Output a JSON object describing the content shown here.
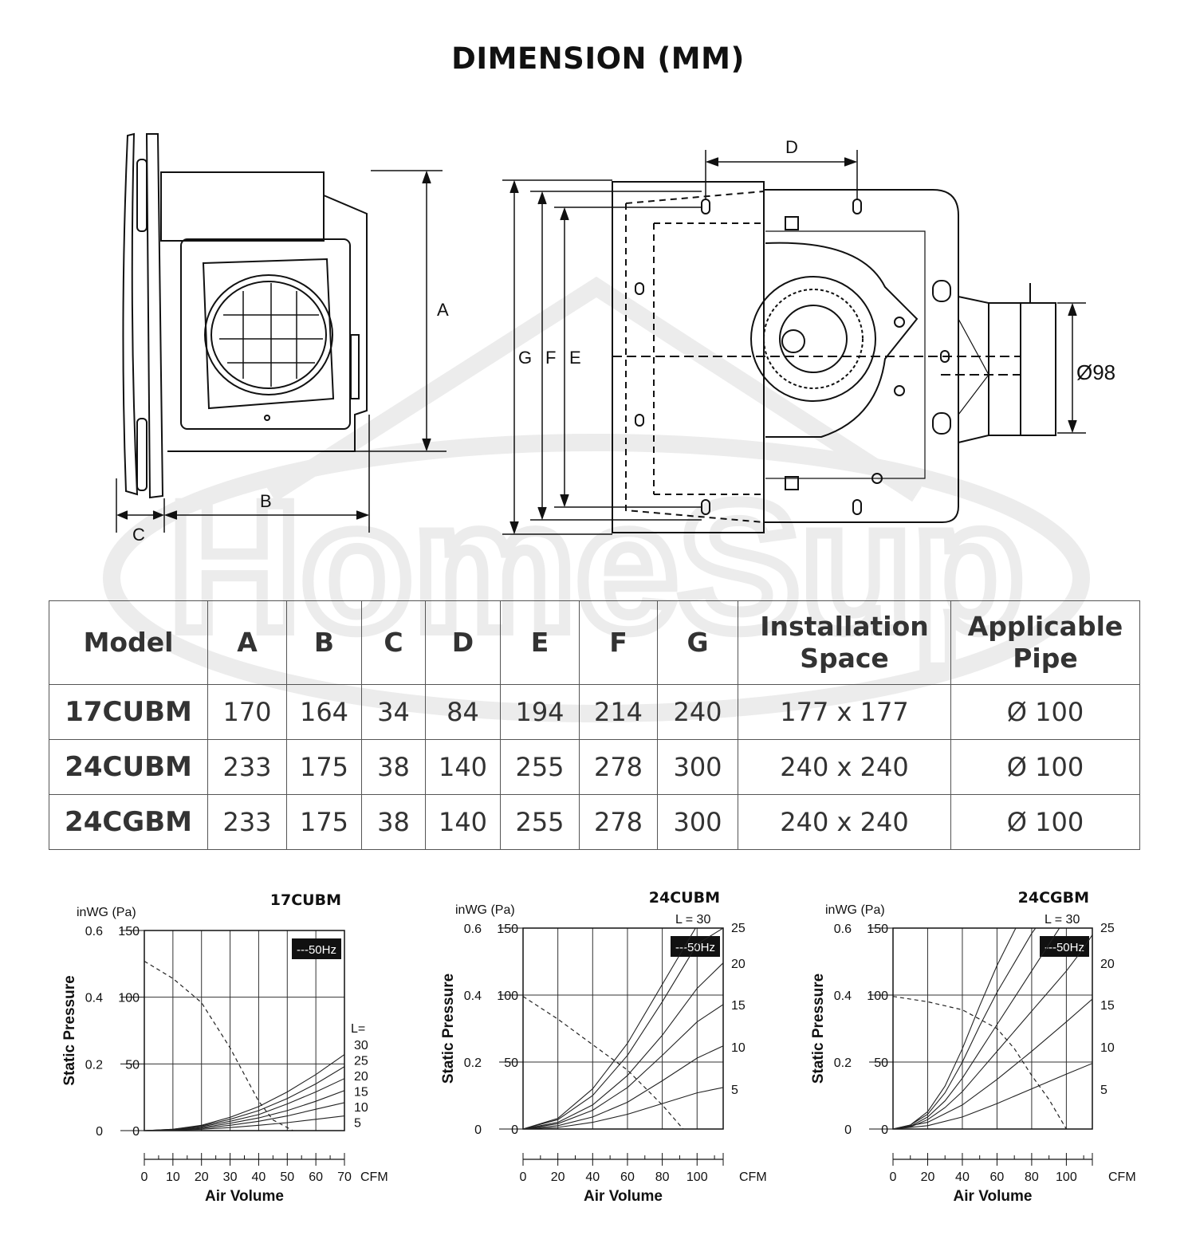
{
  "title": "DIMENSION (MM)",
  "watermark": "HomeSup",
  "diagram": {
    "side_labels": {
      "a": "A",
      "b": "B",
      "c": "C"
    },
    "front_labels": {
      "d": "D",
      "g": "G",
      "f": "F",
      "e": "E",
      "pipe": "Ø98"
    }
  },
  "table": {
    "headers": [
      "Model",
      "A",
      "B",
      "C",
      "D",
      "E",
      "F",
      "G",
      "Installation Space",
      "Applicable Pipe"
    ],
    "rows": [
      [
        "17CUBM",
        "170",
        "164",
        "34",
        "84",
        "194",
        "214",
        "240",
        "177 x 177",
        "Ø 100"
      ],
      [
        "24CUBM",
        "233",
        "175",
        "38",
        "140",
        "255",
        "278",
        "300",
        "240 x 240",
        "Ø 100"
      ],
      [
        "24CGBM",
        "233",
        "175",
        "38",
        "140",
        "255",
        "278",
        "300",
        "240 x 240",
        "Ø 100"
      ]
    ]
  },
  "chart_data": [
    {
      "type": "line",
      "title": "17CUBM",
      "xlabel": "Air Volume",
      "x_unit": "CFM",
      "ylabel": "Static Pressure",
      "y_unit_label": "inWG (Pa)",
      "badge": "---50Hz",
      "xlim": [
        0,
        70
      ],
      "ylim_pa": [
        0,
        150
      ],
      "x_ticks": [
        0,
        10,
        20,
        30,
        40,
        50,
        60,
        70
      ],
      "y_ticks_pa": [
        0,
        50,
        100,
        150
      ],
      "y_ticks_inwg": [
        "0",
        "0.2",
        "0.4",
        "0.6"
      ],
      "fan_curve": {
        "x": [
          0,
          10,
          20,
          30,
          40,
          45,
          52
        ],
        "y": [
          127,
          114,
          96,
          62,
          22,
          8,
          0
        ]
      },
      "resistance_prefix": "L=",
      "resistance_curves": [
        {
          "label": "30",
          "x": [
            0,
            10,
            20,
            30,
            40,
            50,
            60,
            70
          ],
          "y": [
            0,
            1,
            4,
            10,
            18,
            29,
            42,
            57
          ]
        },
        {
          "label": "25",
          "x": [
            0,
            10,
            20,
            30,
            40,
            50,
            60,
            70
          ],
          "y": [
            0,
            1,
            3.5,
            8.5,
            15,
            24,
            35,
            48
          ]
        },
        {
          "label": "20",
          "x": [
            0,
            10,
            20,
            30,
            40,
            50,
            60,
            70
          ],
          "y": [
            0,
            0.8,
            3,
            7,
            12,
            20,
            29,
            39
          ]
        },
        {
          "label": "15",
          "x": [
            0,
            10,
            20,
            30,
            40,
            50,
            60,
            70
          ],
          "y": [
            0,
            0.6,
            2.3,
            5.5,
            9.5,
            15,
            22,
            30
          ]
        },
        {
          "label": "10",
          "x": [
            0,
            10,
            20,
            30,
            40,
            50,
            60,
            70
          ],
          "y": [
            0,
            0.4,
            1.7,
            4,
            7,
            11,
            16,
            21
          ]
        },
        {
          "label": "5",
          "x": [
            0,
            10,
            20,
            30,
            40,
            50,
            60,
            70
          ],
          "y": [
            0,
            0.3,
            1,
            2.3,
            4,
            6,
            8.5,
            11
          ]
        }
      ]
    },
    {
      "type": "line",
      "title": "24CUBM",
      "xlabel": "Air Volume",
      "x_unit": "CFM",
      "ylabel": "Static Pressure",
      "y_unit_label": "inWG (Pa)",
      "badge": "---50Hz",
      "xlim": [
        0,
        115
      ],
      "ylim_pa": [
        0,
        150
      ],
      "x_ticks": [
        0,
        20,
        40,
        60,
        80,
        100
      ],
      "y_ticks_pa": [
        0,
        50,
        100,
        150
      ],
      "y_ticks_inwg": [
        "0",
        "0.6",
        "0.4",
        "0.2"
      ],
      "y_ticks_inwg_order": [
        "0",
        "0.2",
        "0.4",
        "0.6"
      ],
      "fan_curve": {
        "x": [
          0,
          20,
          40,
          60,
          80,
          92
        ],
        "y": [
          99,
          82,
          63,
          44,
          18,
          0
        ]
      },
      "resistance_prefix": "L = ",
      "resistance_curves": [
        {
          "label": "30",
          "x": [
            0,
            20,
            40,
            60,
            80,
            100,
            107
          ],
          "y": [
            0,
            8,
            30,
            64,
            108,
            152,
            165
          ]
        },
        {
          "label": "25",
          "x": [
            0,
            20,
            40,
            60,
            80,
            100,
            115
          ],
          "y": [
            0,
            7,
            25,
            55,
            95,
            138,
            150
          ]
        },
        {
          "label": "20",
          "x": [
            0,
            20,
            40,
            60,
            80,
            100,
            115
          ],
          "y": [
            0,
            5,
            18,
            40,
            70,
            105,
            124
          ]
        },
        {
          "label": "15",
          "x": [
            0,
            20,
            40,
            60,
            80,
            100,
            115
          ],
          "y": [
            0,
            4,
            14,
            31,
            55,
            80,
            93
          ]
        },
        {
          "label": "10",
          "x": [
            0,
            20,
            40,
            60,
            80,
            100,
            115
          ],
          "y": [
            0,
            2.5,
            9,
            20,
            36,
            53,
            62
          ]
        },
        {
          "label": "5",
          "x": [
            0,
            20,
            40,
            60,
            80,
            100,
            115
          ],
          "y": [
            0,
            1.2,
            5,
            11,
            19,
            27,
            31
          ]
        }
      ]
    },
    {
      "type": "line",
      "title": "24CGBM",
      "xlabel": "Air Volume",
      "x_unit": "CFM",
      "ylabel": "Static Pressure",
      "y_unit_label": "inWG (Pa)",
      "badge": "---50Hz",
      "xlim": [
        0,
        115
      ],
      "ylim_pa": [
        0,
        150
      ],
      "x_ticks": [
        0,
        20,
        40,
        60,
        80,
        100
      ],
      "y_ticks_pa": [
        0,
        50,
        100,
        150
      ],
      "y_ticks_inwg": [
        "0",
        "0.2",
        "0.4",
        "0.6"
      ],
      "fan_curve": {
        "x": [
          0,
          20,
          40,
          60,
          70,
          80,
          90,
          100
        ],
        "y": [
          99,
          95,
          89,
          75,
          60,
          40,
          22,
          0
        ]
      },
      "resistance_prefix": "L = ",
      "resistance_curves": [
        {
          "label": "30",
          "x": [
            0,
            10,
            20,
            30,
            40,
            50,
            60,
            70,
            75
          ],
          "y": [
            0,
            3,
            13,
            32,
            60,
            92,
            122,
            148,
            160
          ]
        },
        {
          "label": "25",
          "x": [
            0,
            10,
            20,
            30,
            40,
            50,
            60,
            70,
            80,
            88
          ],
          "y": [
            0,
            3,
            11,
            27,
            50,
            77,
            102,
            124,
            146,
            160
          ]
        },
        {
          "label": "20",
          "x": [
            0,
            10,
            20,
            30,
            40,
            50,
            60,
            70,
            80,
            90,
            100
          ],
          "y": [
            0,
            2,
            9,
            21,
            38,
            58,
            78,
            98,
            118,
            138,
            158
          ]
        },
        {
          "label": "15",
          "x": [
            0,
            10,
            20,
            30,
            40,
            50,
            60,
            70,
            80,
            90,
            100,
            110,
            115
          ],
          "y": [
            0,
            1.5,
            7,
            16,
            28,
            43,
            58,
            73,
            88,
            103,
            118,
            135,
            145
          ]
        },
        {
          "label": "10",
          "x": [
            0,
            20,
            40,
            60,
            80,
            100,
            115
          ],
          "y": [
            0,
            5,
            18,
            37,
            58,
            80,
            97
          ]
        },
        {
          "label": "5",
          "x": [
            0,
            20,
            40,
            60,
            80,
            100,
            115
          ],
          "y": [
            0,
            2.5,
            9,
            19,
            30,
            41,
            49
          ]
        }
      ]
    }
  ]
}
